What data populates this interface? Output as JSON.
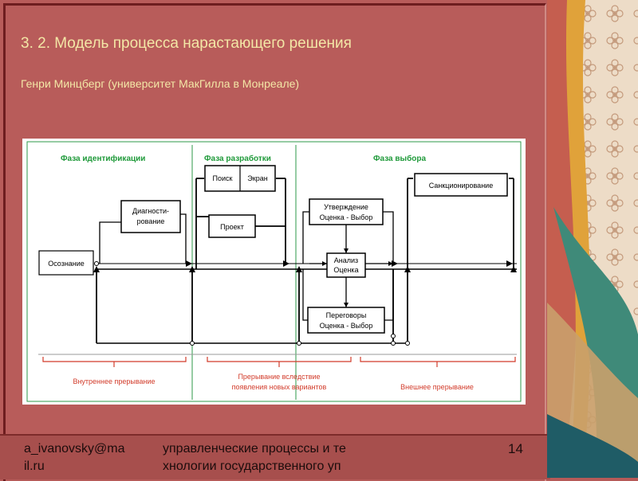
{
  "slide": {
    "title": "3. 2. Модель процесса нарастающего решения",
    "subtitle": "Генри Минцберг (университет МакГилла в Монреале)"
  },
  "diagram": {
    "phases": [
      "Фаза идентификации",
      "Фаза разработки",
      "Фаза выбора"
    ],
    "boxes": {
      "awareness": "Осознание",
      "diagnosis_line1": "Диагности-",
      "diagnosis_line2": "рование",
      "search": "Поиск",
      "screen": "Экран",
      "project": "Проект",
      "approval_line1": "Утверждение",
      "approval_line2": "Оценка - Выбор",
      "analysis_line1": "Анализ",
      "analysis_line2": "Оценка",
      "negotiation_line1": "Переговоры",
      "negotiation_line2": "Оценка - Выбор",
      "sanction": "Санкционирование"
    },
    "interrupts": {
      "internal": "Внутреннее прерывание",
      "new_options_line1": "Прерывание вследствие",
      "new_options_line2": "появления новых вариантов",
      "external": "Внешнее прерывание"
    },
    "colors": {
      "phase_label": "#1f9a3a",
      "interrupt": "#d23b2a",
      "lines": "#000000"
    }
  },
  "footer": {
    "email_line1": "a_ivanovsky@ma",
    "email_line2": "il.ru",
    "course_line1": "управленческие процессы и те",
    "course_line2": "хнологии государственного уп",
    "page_number": "14"
  }
}
